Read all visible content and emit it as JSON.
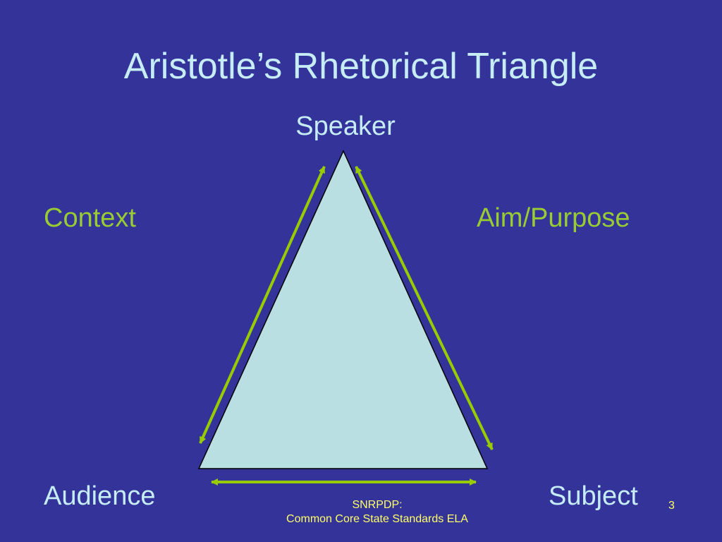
{
  "slide": {
    "title": "Aristotle’s Rhetorical Triangle",
    "page_number": "3",
    "footer": {
      "line1": "SNRPDP:",
      "line2": "Common Core State Standards ELA"
    }
  },
  "triangle": {
    "vertices": {
      "top": "Speaker",
      "bottom_left": "Audience",
      "bottom_right": "Subject"
    },
    "sides": {
      "left": "Context",
      "right": "Aim/Purpose"
    }
  },
  "colors": {
    "background": "#333399",
    "title_text": "#c6ecf6",
    "side_label": "#99cc33",
    "arrow": "#99cc00",
    "triangle_fill": "#b9dfe3",
    "footer_text": "#ffff66"
  },
  "icons": {
    "arrows": "double-headed-arrow"
  }
}
